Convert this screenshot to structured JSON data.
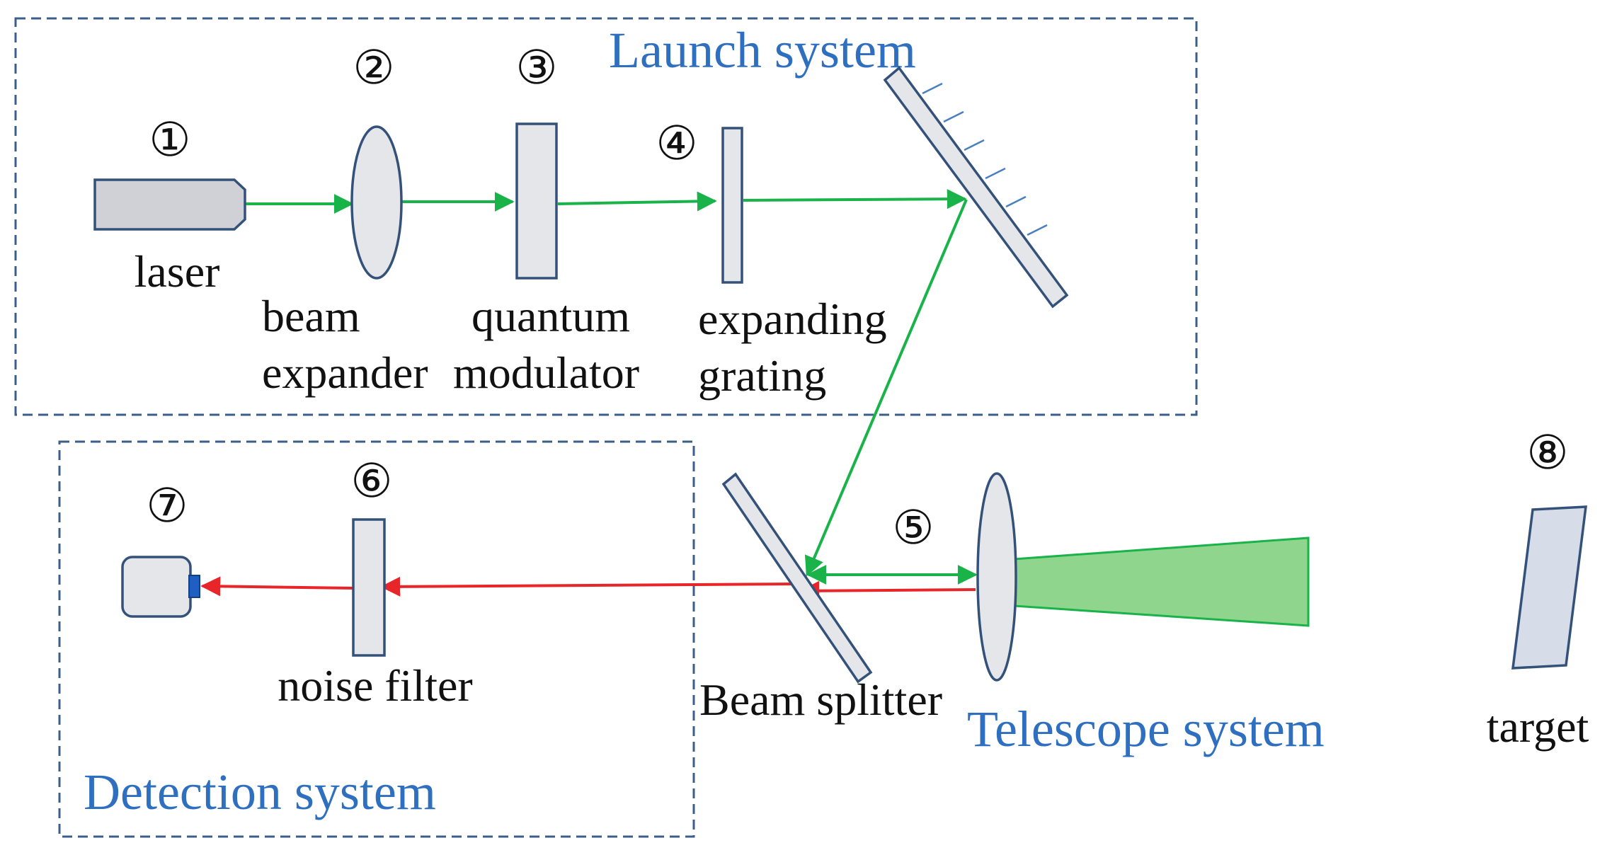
{
  "systems": {
    "launch": "Launch system",
    "detection": "Detection system",
    "telescope": "Telescope system"
  },
  "components": {
    "laser": {
      "number": "①",
      "label": "laser"
    },
    "beam_expander": {
      "number": "②",
      "label_line1": "beam",
      "label_line2": "expander"
    },
    "quantum_modulator": {
      "number": "③",
      "label_line1": "quantum",
      "label_line2": "modulator"
    },
    "expanding_grating": {
      "number": "④",
      "label_line1": "expanding",
      "label_line2": "grating"
    },
    "beam_splitter": {
      "number": "⑤",
      "label": "Beam splitter"
    },
    "noise_filter": {
      "number": "⑥",
      "label": "noise filter"
    },
    "detector": {
      "number": "⑦"
    },
    "target": {
      "number": "⑧",
      "label": "target"
    }
  },
  "colors": {
    "emitted_beam": "#19b34a",
    "return_beam": "#e8262a",
    "system_label": "#2f6fc0",
    "dashed_border": "#3b5f8a",
    "component_fill": "#e4e6ea",
    "component_stroke": "#34517a",
    "telescope_cone": "#90d58d",
    "target_fill": "#d6dde8",
    "detector_port": "#1f5fc4"
  }
}
